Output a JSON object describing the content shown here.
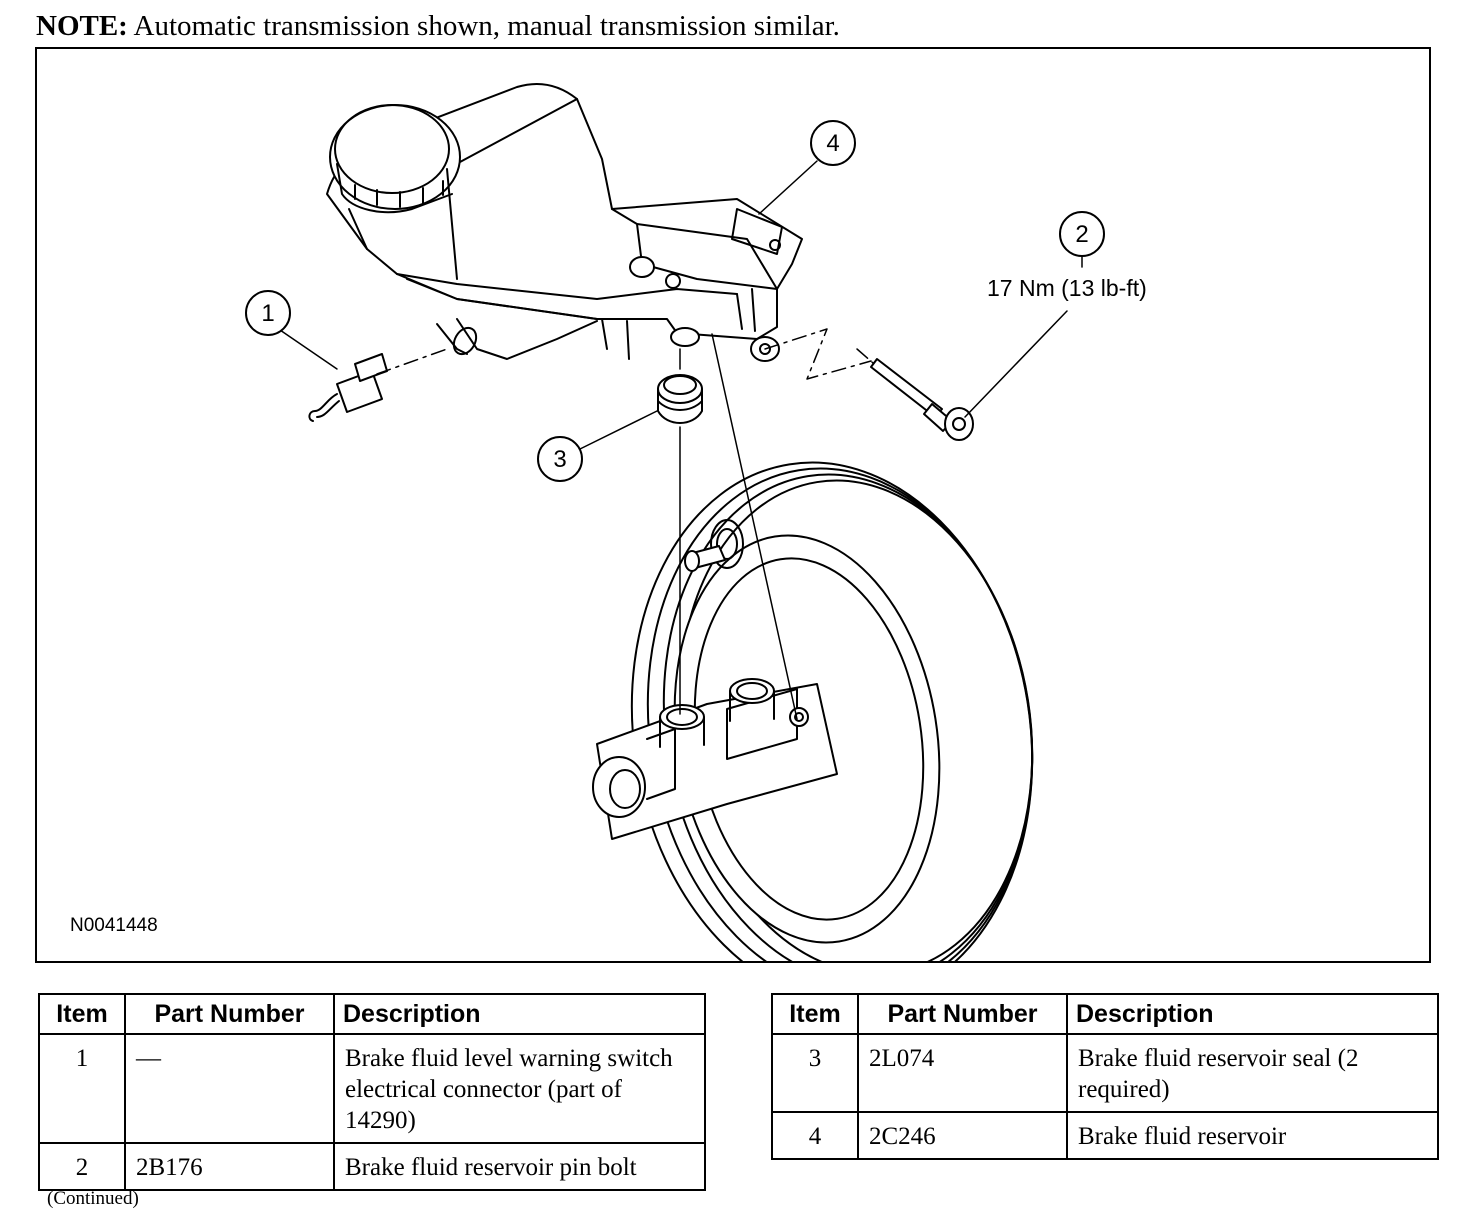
{
  "note": {
    "label": "NOTE:",
    "text": "Automatic transmission shown, manual transmission similar."
  },
  "figure": {
    "id": "N0041448",
    "torque": "17 Nm (13 lb-ft)",
    "callouts": [
      "1",
      "2",
      "3",
      "4"
    ]
  },
  "table_headers": {
    "item": "Item",
    "part_number": "Part Number",
    "description": "Description"
  },
  "table_left": [
    {
      "item": "1",
      "part_number": "—",
      "description": "Brake fluid level warning switch electrical connector (part of 14290)"
    },
    {
      "item": "2",
      "part_number": "2B176",
      "description": "Brake fluid reservoir pin bolt"
    }
  ],
  "table_right": [
    {
      "item": "3",
      "part_number": "2L074",
      "description": "Brake fluid reservoir seal (2 required)"
    },
    {
      "item": "4",
      "part_number": "2C246",
      "description": "Brake fluid reservoir"
    }
  ],
  "continued": "(Continued)"
}
